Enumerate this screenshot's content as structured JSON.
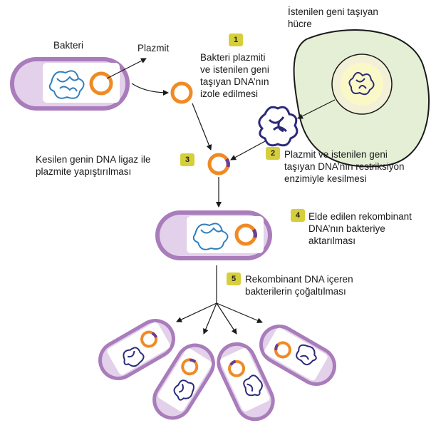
{
  "labels": {
    "bacteria": "Bakteri",
    "plasmid": "Plazmit",
    "donor_cell": "İstenilen geni taşıyan\nhücre"
  },
  "steps": [
    {
      "number": "1",
      "text": "Bakteri plazmiti\nve istenilen geni\ntaşıyan DNA’nın\nizole edilmesi"
    },
    {
      "number": "2",
      "text": "Plazmit ve istenilen geni\ntaşıyan DNA’nın restriksiyon\nenzimiyle kesilmesi"
    },
    {
      "number": "3",
      "text": "Kesilen genin DNA ligaz ile\nplazmite yapıştırılması"
    },
    {
      "number": "4",
      "text": "Elde edilen rekombinant\nDNA’nın bakteriye\naktarılması"
    },
    {
      "number": "5",
      "text": "Rekombinant DNA içeren\nbakterilerin çoğaltılması"
    }
  ],
  "colors": {
    "cell_wall": "#a97cbb",
    "cytoplasm": "#e3d0ea",
    "cell_interior": "#ffffff",
    "plasmid": "#f08a24",
    "inserted_gene": "#6a3d9a",
    "bacterial_dna": "#2f7fbf",
    "donor_dna": "#2b2a7a",
    "donor_cytoplasm": "#e4efd6",
    "donor_nucleus": "#fbf8c8",
    "badge": "#d6cf3c"
  }
}
